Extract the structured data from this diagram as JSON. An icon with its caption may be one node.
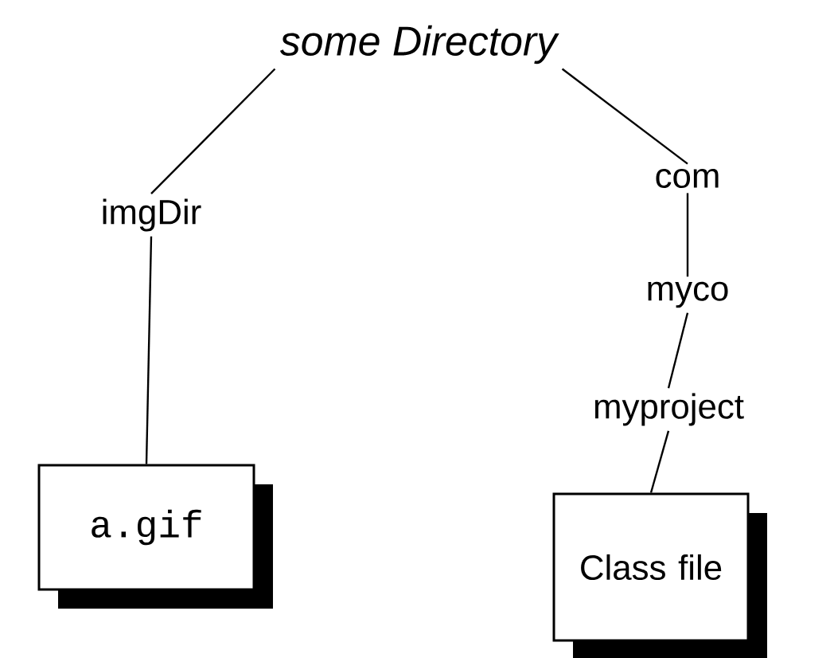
{
  "diagram": {
    "nodes": [
      {
        "text": [
          "some Directory"
        ]
      },
      {
        "text": [
          "imgDir"
        ]
      },
      {
        "text": [
          "com"
        ]
      },
      {
        "text": [
          "a.gif"
        ]
      },
      {
        "text": [
          "myco"
        ]
      },
      {
        "text": [
          "myproject"
        ]
      },
      {
        "text": [
          "Class file"
        ]
      }
    ],
    "edges": [
      {
        "from": 0,
        "to": 1,
        "arrow": "none"
      },
      {
        "from": 0,
        "to": 2,
        "arrow": "none"
      },
      {
        "from": 1,
        "to": 3,
        "arrow": "none"
      },
      {
        "from": 2,
        "to": 4,
        "arrow": "none"
      },
      {
        "from": 4,
        "to": 5,
        "arrow": "none"
      },
      {
        "from": 5,
        "to": 6,
        "arrow": "none"
      }
    ]
  }
}
